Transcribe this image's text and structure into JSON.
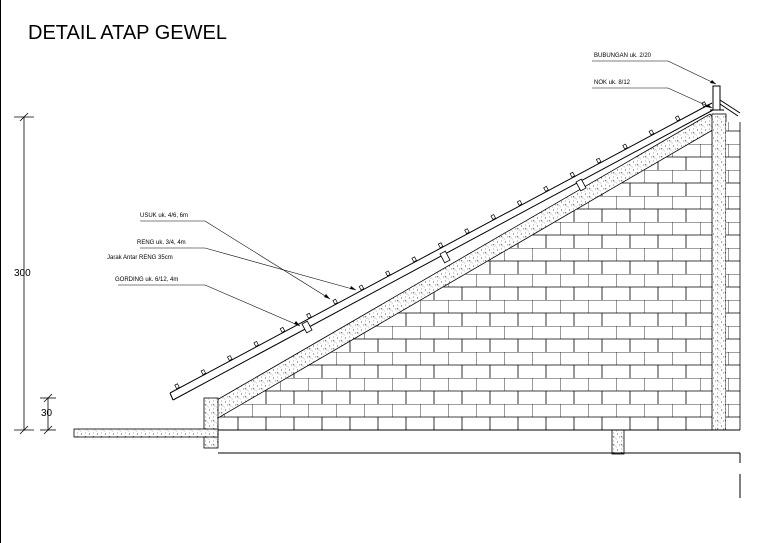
{
  "title": "DETAIL ATAP GEWEL",
  "labels": {
    "bubungan": "BUBUNGAN uk. 2/20",
    "nok": "NOK uk. 8/12",
    "usuk": "USUK uk. 4/6, 6m",
    "reng": "RENG uk. 3/4, 4m",
    "jarak_reng": "Jarak Antar RENG 35cm",
    "gording": "GORDING uk. 6/12, 4m"
  },
  "dimensions": {
    "height_total": "300",
    "height_sloof": "30"
  },
  "colors": {
    "line": "#000000",
    "background": "#ffffff"
  }
}
